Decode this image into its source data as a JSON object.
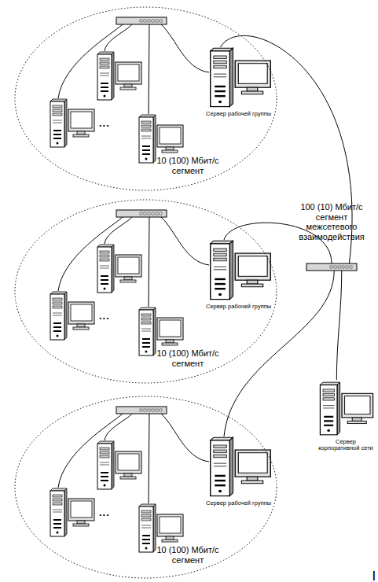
{
  "diagram": {
    "nodes": [
      {
        "text": [
          "10 (100) Мбит/с сегмент"
        ]
      },
      {
        "text": [
          "Сервер рабочей группы"
        ],
        "in": 0
      },
      {
        "text": [
          "10 (100) Мбит/с сегмент"
        ]
      },
      {
        "text": [
          "Сервер рабочей группы"
        ],
        "in": 2
      },
      {
        "text": [
          "10 (100) Мбит/с сегмент"
        ]
      },
      {
        "text": [
          "Сервер рабочей группы"
        ],
        "in": 4
      },
      {
        "text": [
          "100 (10) Мбит/с сегмент межсетевого взаимодействия"
        ]
      },
      {
        "text": [
          "Сервер корпоративной сети"
        ]
      }
    ],
    "edges": [
      {
        "from": 1,
        "to": 6,
        "arrow": "none"
      },
      {
        "from": 3,
        "to": 6,
        "arrow": "none"
      },
      {
        "from": 5,
        "to": 6,
        "arrow": "none"
      },
      {
        "from": 7,
        "to": 6,
        "arrow": "none"
      }
    ],
    "labels": [
      "...",
      "...",
      "...",
      "|"
    ]
  }
}
